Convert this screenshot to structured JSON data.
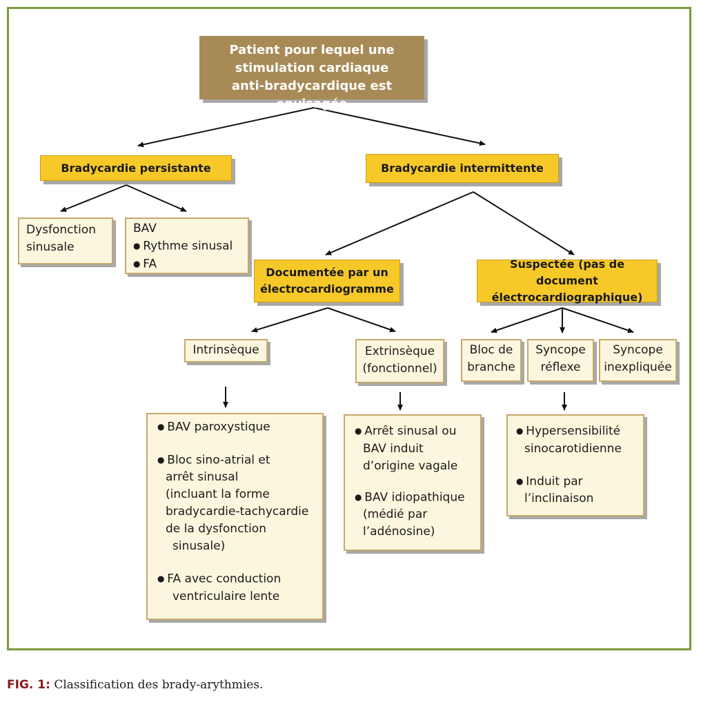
{
  "diagram": {
    "root": [
      "Patient pour lequel une",
      "stimulation cardiaque",
      "anti-bradycardique est envisagée"
    ],
    "persistent": {
      "title": "Bradycardie persistante",
      "dysfonction": [
        "Dysfonction",
        "sinusale"
      ],
      "bav": {
        "title": "BAV",
        "items": [
          "Rythme sinusal",
          "FA"
        ]
      }
    },
    "intermittent": {
      "title": "Bradycardie intermittente",
      "documented": {
        "title": [
          "Documentée par un",
          "électrocardiogramme"
        ],
        "intrinsic": {
          "label": "Intrinsèque",
          "details": [
            [
              "BAV paroxystique"
            ],
            [
              "Bloc sino-atrial et",
              "arrêt sinusal",
              "(incluant la forme",
              "bradycardie-tachycardie",
              "de la dysfonction",
              "sinusale)"
            ],
            [
              "FA avec conduction",
              "ventriculaire lente"
            ]
          ]
        },
        "extrinsic": {
          "label": [
            "Extrinsèque",
            "(fonctionnel)"
          ],
          "details": [
            [
              "Arrêt sinusal ou",
              "BAV induit",
              "d’origine vagale"
            ],
            [
              "BAV idiopathique",
              "(médié par",
              "l’adénosine)"
            ]
          ]
        }
      },
      "suspected": {
        "title": [
          "Suspectée (pas de document",
          "électrocardiographique)"
        ],
        "bloc": [
          "Bloc de",
          "branche"
        ],
        "reflex": [
          "Syncope",
          "réflexe"
        ],
        "unexplained": [
          "Syncope",
          "inexpliquée"
        ],
        "reflex_details": [
          [
            "Hypersensibilité",
            "sinocarotidienne"
          ],
          [
            "Induit par",
            "l’inclinaison"
          ]
        ]
      }
    }
  },
  "caption": {
    "label": "FIG. 1:",
    "text": "Classification des brady-arythmies."
  },
  "colors": {
    "frame": "#7a9a3a",
    "root": "#a78a55",
    "yellow": "#f7c928",
    "cream": "#fdf6de",
    "cream_border": "#c6a86b"
  }
}
